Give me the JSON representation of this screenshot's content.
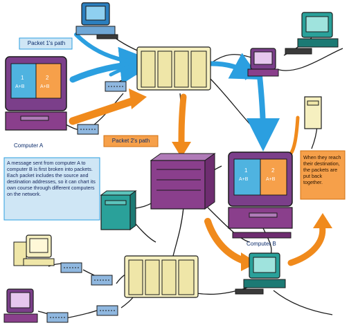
{
  "labels": {
    "packet1_path": "Packet 1's path",
    "packet2_path": "Packet 2's path",
    "computer_a": "Computer A",
    "computer_b": "Computer B"
  },
  "screen_a": {
    "left_num": "1",
    "left_expr": "A+B",
    "right_num": "2",
    "right_expr": "A+B"
  },
  "screen_b": {
    "left_num": "1",
    "left_expr": "A+B",
    "right_num": "2",
    "right_expr": "A+B"
  },
  "notes": {
    "message": "A message sent from computer A to computer B is first broken into packets. Each packet includes the source and destination addresses, so it can chart its own course through different computers on the network.",
    "reassembly": "When they reach their destination, the packets are put back together."
  },
  "colors": {
    "packet1": "#2b9fe0",
    "packet2": "#f08a1c",
    "router": "#f6f0c0",
    "hub": "#8a3f8c",
    "monitor": "#7b3f8a",
    "teal": "#2aa19a",
    "callout_blue": "#cfe6f5",
    "callout_orange": "#f6a04a"
  }
}
